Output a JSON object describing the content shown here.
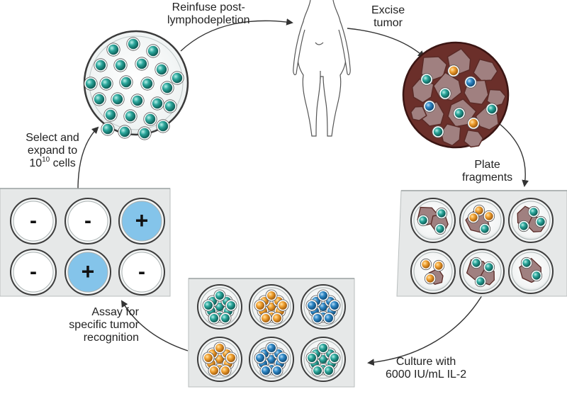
{
  "steps": {
    "reinfuse": {
      "line1": "Reinfuse post-",
      "line2": "lymphodepletion"
    },
    "excise": {
      "line1": "Excise",
      "line2": "tumor"
    },
    "plate": {
      "line1": "Plate",
      "line2": "fragments"
    },
    "culture": {
      "line1": "Culture with",
      "line2": "6000 IU/mL IL-2"
    },
    "assay": {
      "line1": "Assay for",
      "line2": "specific tumor",
      "line3": "recognition"
    },
    "select": {
      "line1": "Select and",
      "line2": "expand to",
      "line3_base": "10",
      "line3_exp": "10",
      "line3_rest": " cells"
    }
  },
  "assay_plate": {
    "wells": [
      {
        "sign": "-"
      },
      {
        "sign": "-"
      },
      {
        "sign": "+"
      },
      {
        "sign": "-"
      },
      {
        "sign": "+"
      },
      {
        "sign": "-"
      }
    ]
  },
  "colors": {
    "teal_cell": "#2aa59a",
    "orange_cell": "#f0a030",
    "blue_cell": "#2d86c4",
    "tumor_bg": "#6b2f2a",
    "tumor_fragment": "#a08080",
    "positive_well": "#84c4ea",
    "plate_gray": "#e6e8e8"
  },
  "icons": [
    "person-silhouette-icon",
    "arrow-icon"
  ]
}
